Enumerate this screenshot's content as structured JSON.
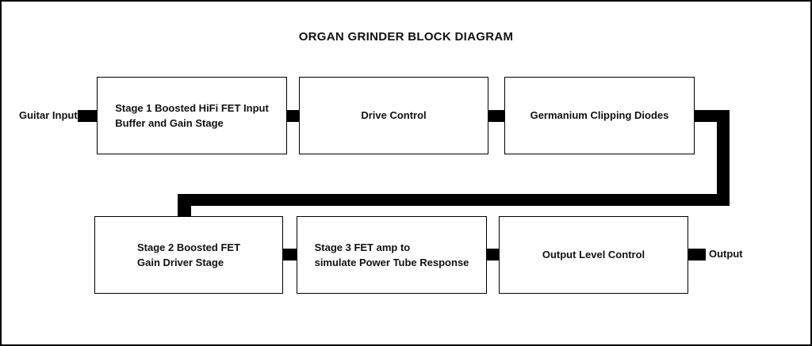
{
  "title": "ORGAN GRINDER BLOCK DIAGRAM",
  "io": {
    "input": "Guitar Input",
    "output": "Output"
  },
  "blocks": [
    {
      "name": "stage-1",
      "lines": [
        "Stage 1 Boosted HiFi FET Input",
        "Buffer and Gain Stage"
      ]
    },
    {
      "name": "drive-control",
      "lines": [
        "Drive Control"
      ]
    },
    {
      "name": "germanium-clipping-diodes",
      "lines": [
        "Germanium Clipping Diodes"
      ]
    },
    {
      "name": "stage-2",
      "lines": [
        "Stage 2 Boosted FET",
        "Gain Driver Stage"
      ]
    },
    {
      "name": "stage-3",
      "lines": [
        "Stage 3 FET amp to",
        "simulate Power Tube Response"
      ]
    },
    {
      "name": "output-level-control",
      "lines": [
        "Output Level Control"
      ]
    }
  ],
  "colors": {
    "connector": "#000000",
    "block_border": "#000000",
    "background": "#ffffff"
  }
}
